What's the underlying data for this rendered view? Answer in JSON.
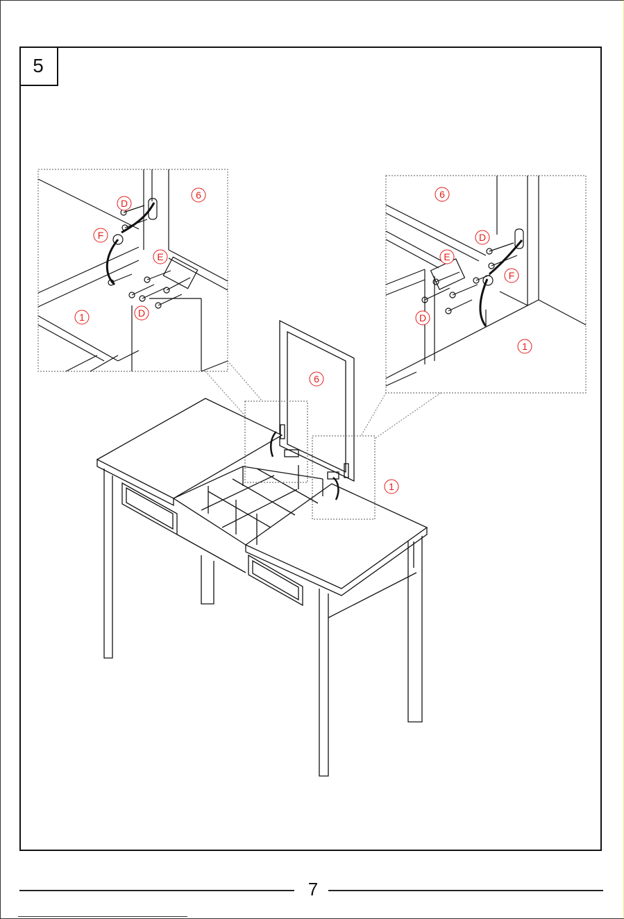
{
  "step": {
    "number": "5"
  },
  "page": {
    "number": "7"
  },
  "labels": {
    "detail_left": {
      "d_top": "D",
      "f": "F",
      "e": "E",
      "d_bottom": "D",
      "part_1": "1",
      "part_6": "6"
    },
    "detail_right": {
      "part_6": "6",
      "d_top": "D",
      "e": "E",
      "f": "F",
      "d_bottom": "D",
      "part_1": "1"
    },
    "main": {
      "part_6": "6",
      "part_1": "1"
    }
  },
  "colors": {
    "label": "#e41b17",
    "line": "#111111",
    "accent_edge": "#f2ee7a"
  }
}
